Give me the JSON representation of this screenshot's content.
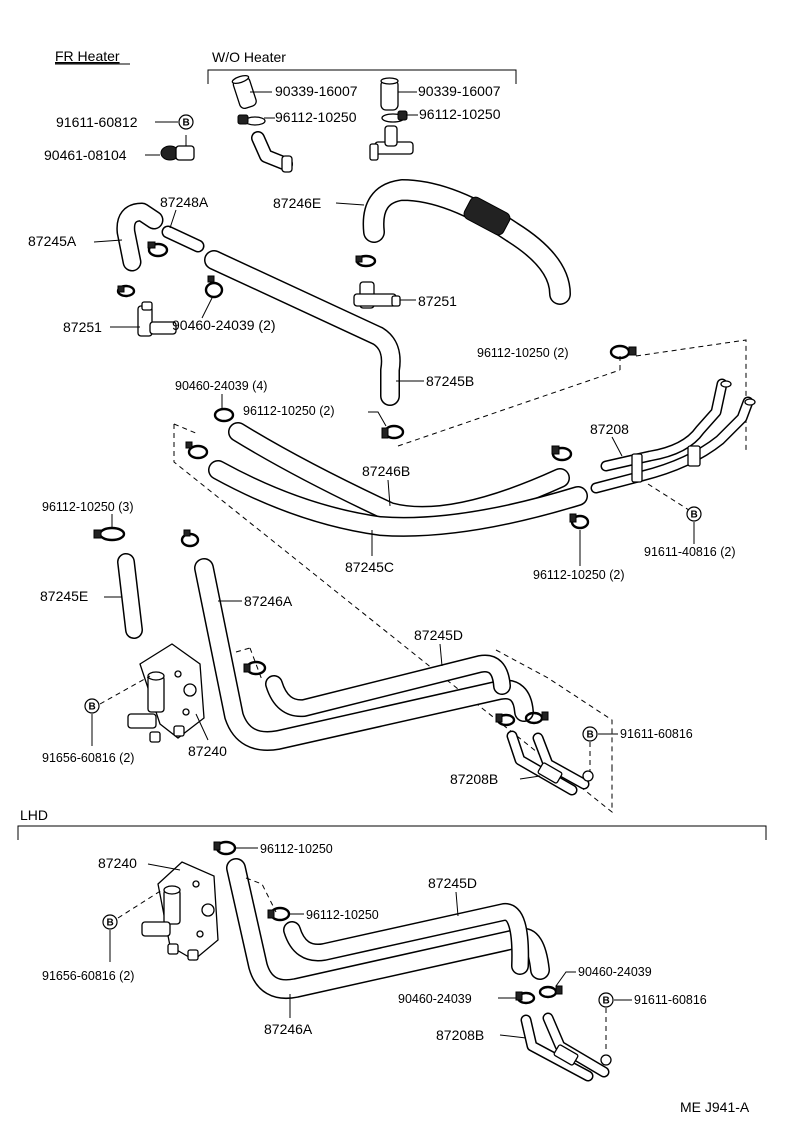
{
  "sections": {
    "fr_heater": "FR Heater",
    "wo_heater": "W/O Heater",
    "lhd": "LHD"
  },
  "bolt_symbol": "B",
  "labels": {
    "p90339_a": "90339-16007",
    "p90339_b": "90339-16007",
    "p96112_wo_a": "96112-10250",
    "p96112_wo_b": "96112-10250",
    "p91611_60812": "91611-60812",
    "p90461": "90461-08104",
    "p87248a": "87248A",
    "p87246e": "87246E",
    "p87245a": "87245A",
    "p87251_right": "87251",
    "p87251_left": "87251",
    "p90460_2": "90460-24039 (2)",
    "p87245b": "87245B",
    "p96112_2_top": "96112-10250 (2)",
    "p90460_4": "90460-24039 (4)",
    "p96112_2_mid": "96112-10250 (2)",
    "p87208": "87208",
    "p87246b": "87246B",
    "p96112_3": "96112-10250 (3)",
    "p91611_40816": "91611-40816 (2)",
    "p87245c": "87245C",
    "p96112_2_low": "96112-10250 (2)",
    "p87245e": "87245E",
    "p87246a": "87246A",
    "p87245d": "87245D",
    "p91611_60816": "91611-60816",
    "p91656": "91656-60816 (2)",
    "p87240": "87240",
    "p87208b": "87208B",
    "l87240": "87240",
    "l96112_a": "96112-10250",
    "l87245d": "87245D",
    "l96112_b": "96112-10250",
    "l91656": "91656-60816 (2)",
    "l90460_a": "90460-24039",
    "l90460_b": "90460-24039",
    "l91611": "91611-60816",
    "l87246a": "87246A",
    "l87208b": "87208B"
  },
  "footer": {
    "code": "ME J941-A"
  }
}
